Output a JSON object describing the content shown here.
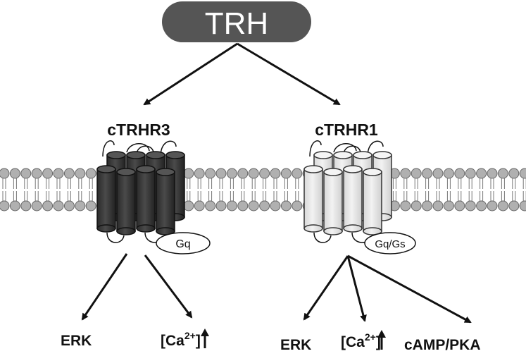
{
  "ligand": {
    "label": "TRH"
  },
  "receptors": [
    {
      "name": "cTRHR3",
      "g_protein": "Gq",
      "outputs": [
        "ERK",
        "[Ca",
        "2+",
        "]"
      ]
    },
    {
      "name": "cTRHR1",
      "g_protein": "Gq/Gs",
      "outputs": [
        "ERK",
        "[Ca",
        "2+",
        "]",
        "cAMP/PKA"
      ]
    }
  ],
  "colors": {
    "ligand_fill": "#555555",
    "ligand_text": "#ffffff",
    "receptor_dark": "#333333",
    "receptor_light": "#e6e6e6",
    "membrane_head": "#b0b0b0"
  }
}
